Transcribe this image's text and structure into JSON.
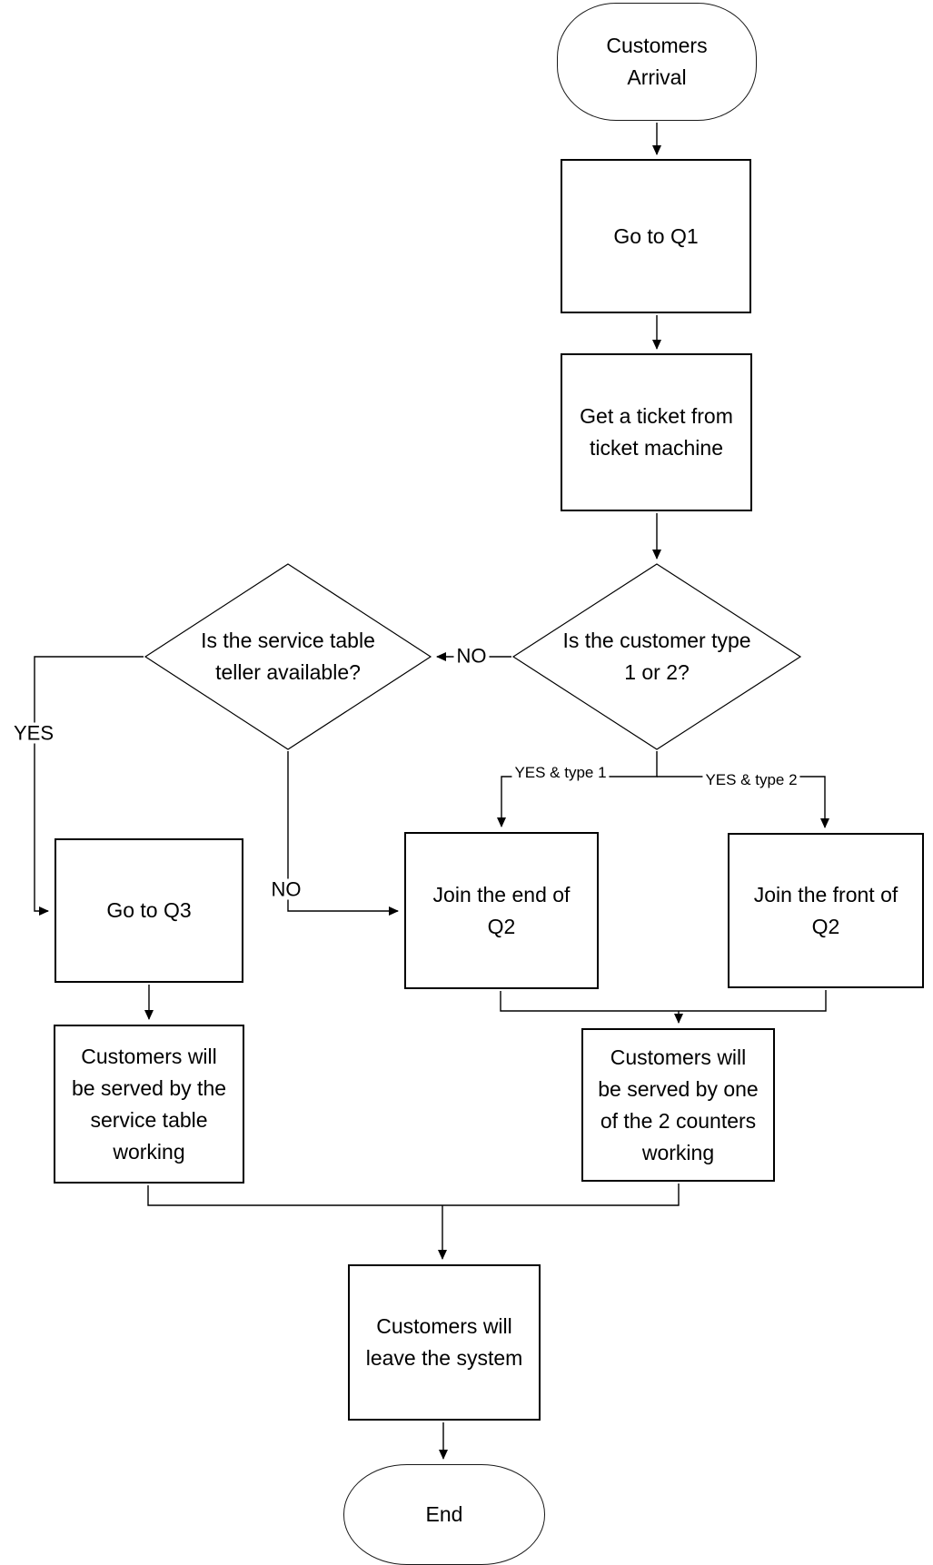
{
  "page": {
    "background": "#ffffff"
  },
  "colors": {
    "line": "#000000",
    "text": "#000000",
    "node_fill": "#ffffff"
  },
  "flowchart": {
    "nodes": {
      "start": {
        "shape": "terminator",
        "lines": [
          "Customers",
          "Arrival"
        ]
      },
      "goto_q1": {
        "shape": "process",
        "lines": [
          "Go to Q1"
        ]
      },
      "get_ticket": {
        "shape": "process",
        "lines": [
          "Get a ticket from",
          "ticket machine"
        ]
      },
      "customer_type": {
        "shape": "decision",
        "lines": [
          "Is the customer type",
          "1 or 2?"
        ]
      },
      "teller_available": {
        "shape": "decision",
        "lines": [
          "Is the service table",
          "teller available?"
        ]
      },
      "goto_q3": {
        "shape": "process",
        "lines": [
          "Go to Q3"
        ]
      },
      "join_end_q2": {
        "shape": "process",
        "lines": [
          "Join the end of",
          "Q2"
        ]
      },
      "join_front_q2": {
        "shape": "process",
        "lines": [
          "Join the front of",
          "Q2"
        ]
      },
      "served_service_table": {
        "shape": "process",
        "lines": [
          "Customers will",
          "be served by the",
          "service table",
          "working"
        ]
      },
      "served_counters": {
        "shape": "process",
        "lines": [
          "Customers will",
          "be served by one",
          "of the 2 counters",
          "working"
        ]
      },
      "leave_system": {
        "shape": "process",
        "lines": [
          "Customers will",
          "leave the system"
        ]
      },
      "end": {
        "shape": "terminator",
        "lines": [
          "End"
        ]
      }
    },
    "edge_labels": {
      "type_no": "NO",
      "yes_type_1": "YES & type 1",
      "yes_type_2": "YES & type 2",
      "teller_yes": "YES",
      "teller_no": "NO"
    }
  }
}
